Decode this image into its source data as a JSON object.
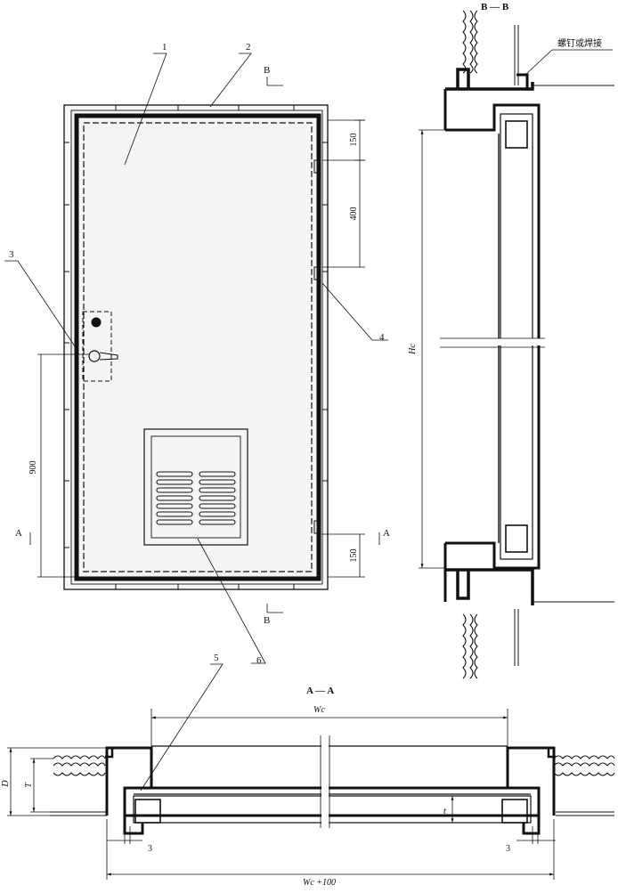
{
  "labels": {
    "part_1": "1",
    "part_2": "2",
    "part_3": "3",
    "part_4": "4",
    "part_5": "5",
    "part_6": "6",
    "section_b_top": "B",
    "section_b_bottom": "B",
    "section_a_left": "A",
    "section_a_right": "A",
    "section_bb_title": "B — B",
    "section_aa_title": "A — A",
    "fastening_note": "螺钉或焊接"
  },
  "dimensions": {
    "dim_150_top": "150",
    "dim_400": "400",
    "dim_900": "900",
    "dim_150_bottom": "150",
    "dim_hc": "Hc",
    "dim_wc": "Wc",
    "dim_wc_100": "Wc +100",
    "dim_d": "D",
    "dim_t": "T",
    "dim_t_small": "t",
    "dim_3_left": "3",
    "dim_3_right": "3"
  },
  "colors": {
    "line": "#111111",
    "paper": "#ffffff",
    "panel": "#f4f4f4"
  }
}
